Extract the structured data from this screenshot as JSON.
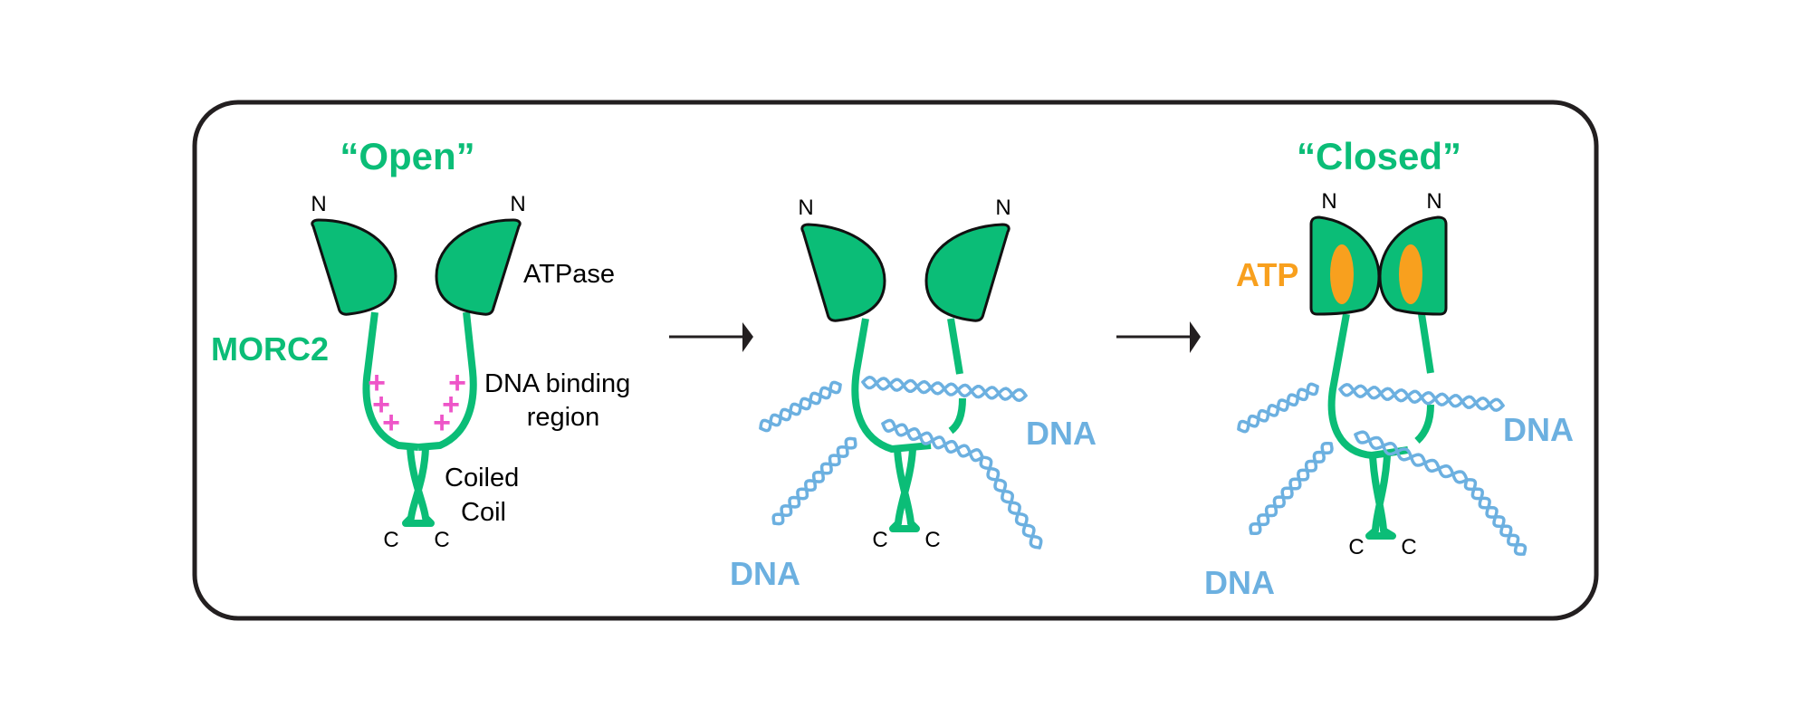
{
  "colors": {
    "protein": "#0bbd77",
    "outline": "#111111",
    "frame": "#231f20",
    "dna": "#6cb0e0",
    "positive_charge": "#ee55c8",
    "atp": "#f8a01e",
    "text": "#000000",
    "arrow": "#231f20"
  },
  "states": [
    {
      "id": "open",
      "title": "“Open”",
      "n_labels": [
        "N",
        "N"
      ],
      "c_labels": [
        "C",
        "C"
      ]
    },
    {
      "id": "dna-bound",
      "title": "",
      "n_labels": [
        "N",
        "N"
      ],
      "c_labels": [
        "C",
        "C"
      ],
      "dna_labels": [
        "DNA",
        "DNA"
      ]
    },
    {
      "id": "closed",
      "title": "“Closed”",
      "n_labels": [
        "N",
        "N"
      ],
      "c_labels": [
        "C",
        "C"
      ],
      "dna_labels": [
        "DNA",
        "DNA"
      ],
      "atp_label": "ATP"
    }
  ],
  "annotations": {
    "protein_name": "MORC2",
    "atpase": "ATPase",
    "dna_binding_line1": "DNA binding",
    "dna_binding_line2": "region",
    "coiled_line1": "Coiled",
    "coiled_line2": "Coil",
    "positive_charge_symbol": "+"
  },
  "arrows": [
    {
      "from": "open",
      "to": "dna-bound",
      "icon": "right-arrow-icon"
    },
    {
      "from": "dna-bound",
      "to": "closed",
      "icon": "right-arrow-icon"
    }
  ]
}
